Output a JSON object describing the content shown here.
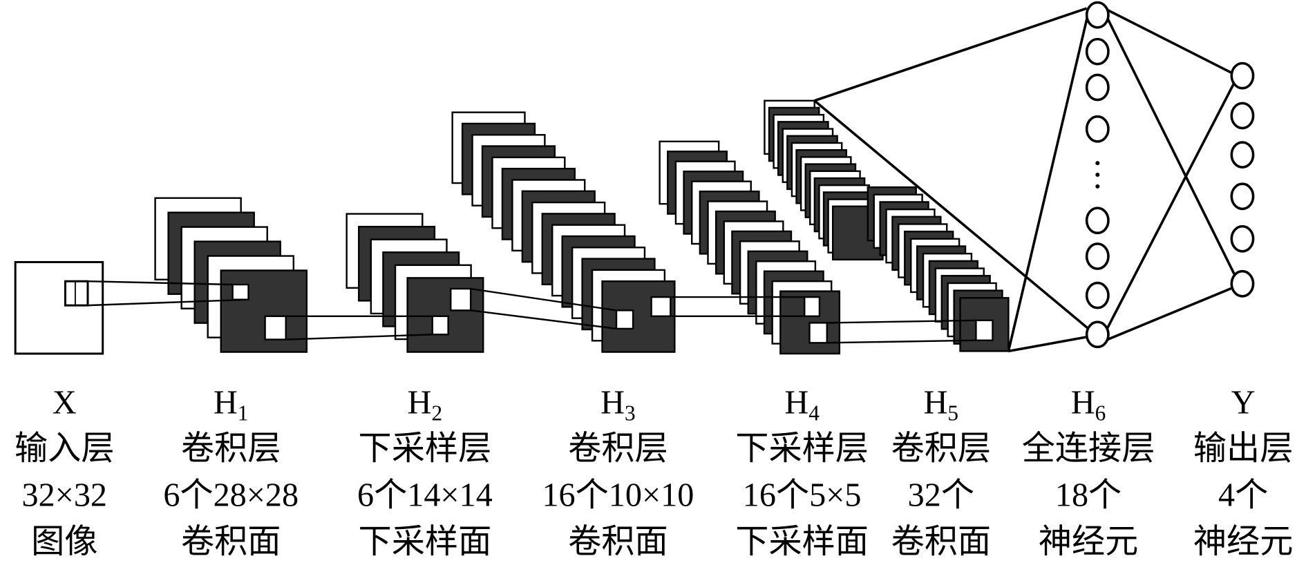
{
  "layers": [
    {
      "id": "X",
      "sub": "",
      "name": "输入层",
      "size": "32×32",
      "desc": "图像"
    },
    {
      "id": "H",
      "sub": "1",
      "name": "卷积层",
      "size": "6个28×28",
      "desc": "卷积面",
      "maps": 6
    },
    {
      "id": "H",
      "sub": "2",
      "name": "下采样层",
      "size": "6个14×14",
      "desc": "下采样面",
      "maps": 6
    },
    {
      "id": "H",
      "sub": "3",
      "name": "卷积层",
      "size": "16个10×10",
      "desc": "卷积面",
      "maps": 16
    },
    {
      "id": "H",
      "sub": "4",
      "name": "下采样层",
      "size": "16个5×5",
      "desc": "下采样面",
      "maps": 16
    },
    {
      "id": "H",
      "sub": "5",
      "name": "卷积层",
      "size": "32个",
      "desc": "卷积面",
      "maps": 32
    },
    {
      "id": "H",
      "sub": "6",
      "name": "全连接层",
      "size": "18个",
      "desc": "神经元"
    },
    {
      "id": "Y",
      "sub": "",
      "name": "输出层",
      "size": "4个",
      "desc": "神经元"
    }
  ],
  "colors": {
    "dark": "#333333",
    "line": "#000000"
  }
}
